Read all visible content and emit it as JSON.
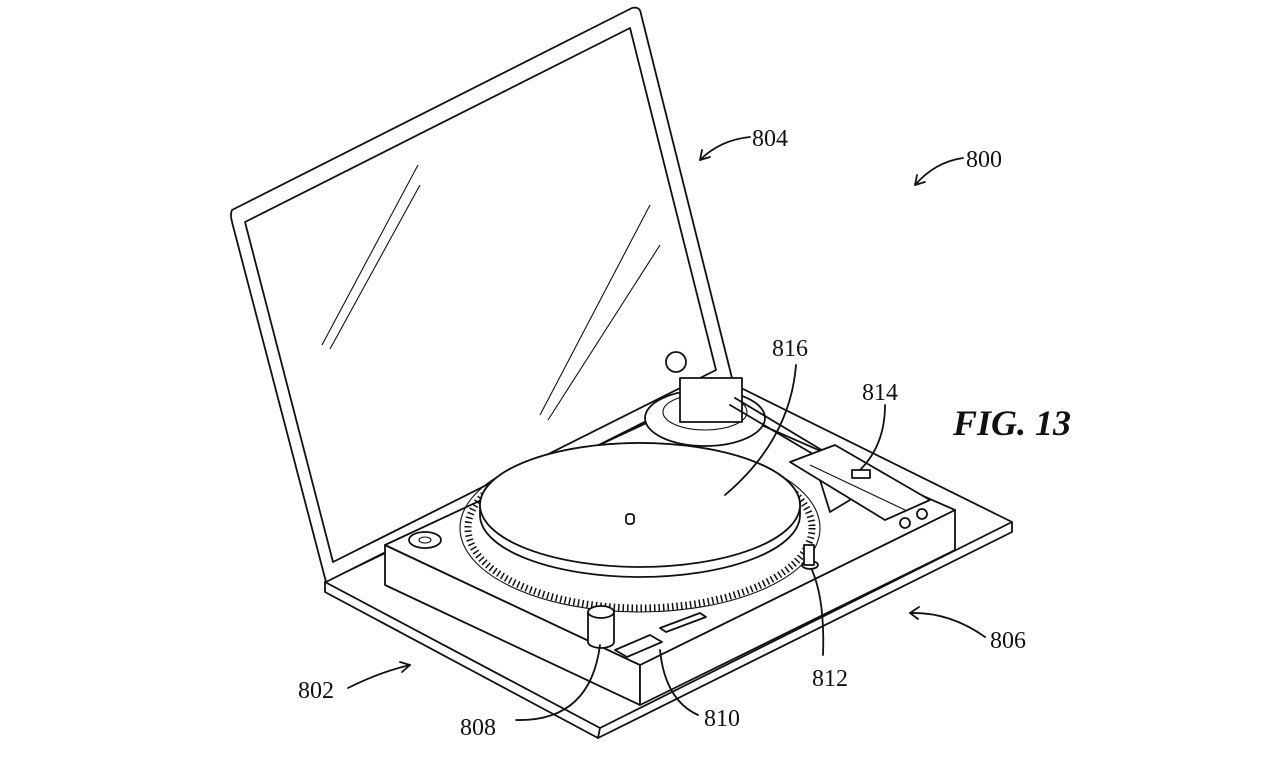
{
  "figure": {
    "title": "FIG. 13",
    "labels": {
      "device": "800",
      "base": "802",
      "display": "804",
      "turntable_module": "806",
      "knob": "808",
      "button": "810",
      "control": "812",
      "slider": "814",
      "platter": "816"
    }
  }
}
